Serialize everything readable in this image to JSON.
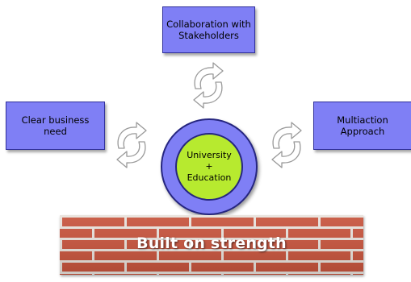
{
  "diagram": {
    "nodes": {
      "top": "Collaboration with Stakeholders",
      "left": "Clear business need",
      "right": "Multiaction Approach"
    },
    "hub": {
      "line1": "University",
      "line2": "+",
      "line3": "Education"
    },
    "foundation_label": "Built on strength",
    "icons": [
      "cycle-arrows-icon",
      "cycle-arrows-icon",
      "cycle-arrows-icon"
    ],
    "colors": {
      "box_fill": "#7f7ff5",
      "box_border": "#2f2f9a",
      "hub_inner": "#b7ea2f",
      "brick": "#c7533c",
      "mortar": "#e8e2dc"
    }
  }
}
